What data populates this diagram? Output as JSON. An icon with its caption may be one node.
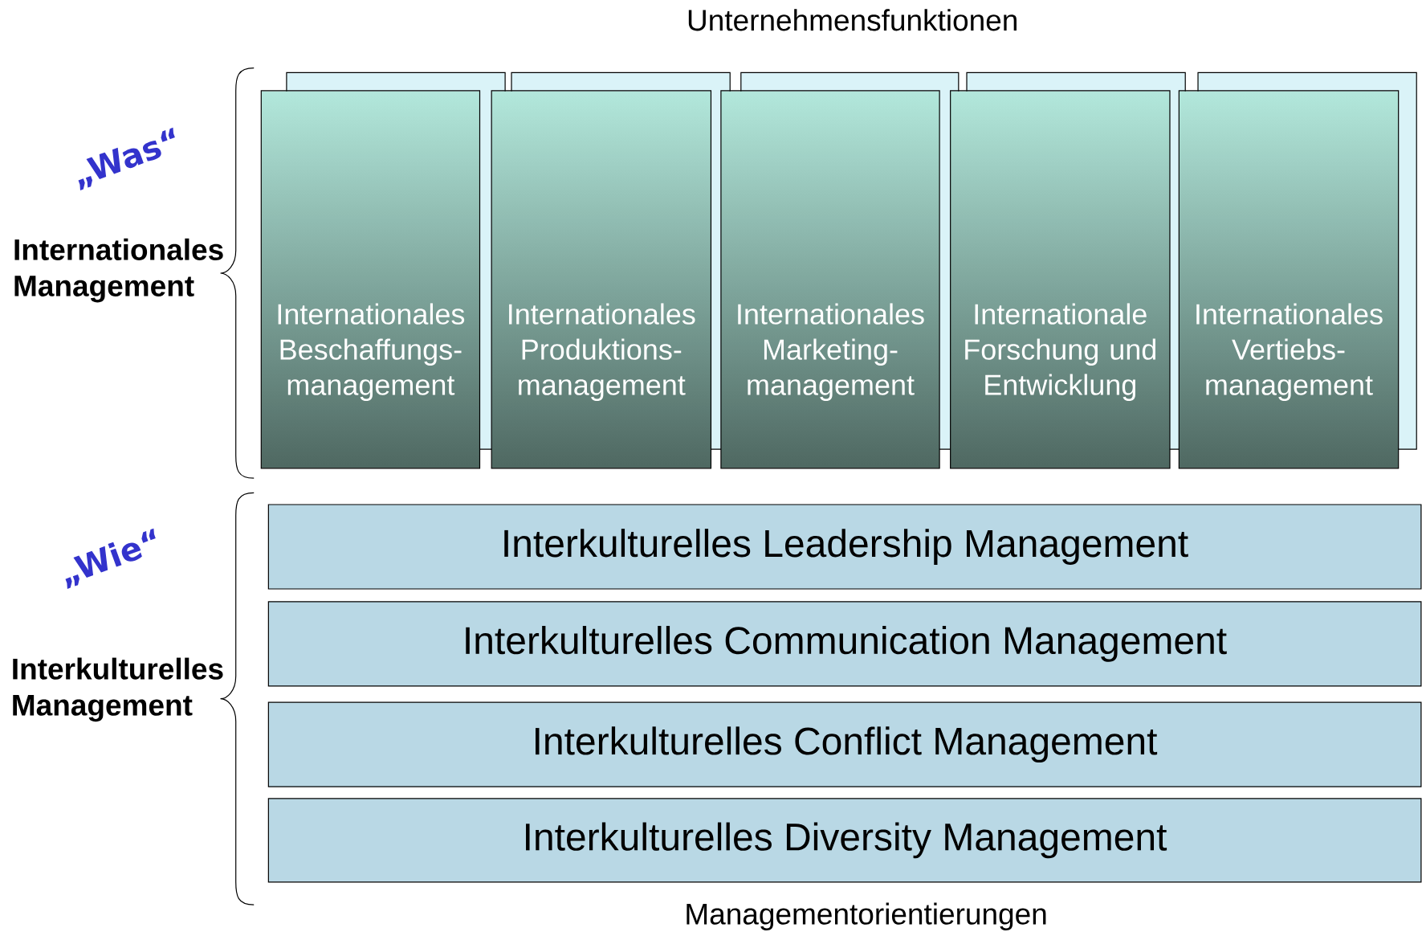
{
  "diagram": {
    "nodes": [
      {
        "text": [
          "Internationales Beschaffungs-management"
        ]
      },
      {
        "text": [
          "Internationales Produktions-management"
        ]
      },
      {
        "text": [
          "Internationales Marketing-management"
        ]
      },
      {
        "text": [
          "Internationale Forschung und Entwicklung"
        ]
      },
      {
        "text": [
          "Internationales Vertiebs-management"
        ]
      },
      {
        "text": [
          "Interkulturelles Leadership Management"
        ]
      },
      {
        "text": [
          "Interkulturelles Communication Management"
        ]
      },
      {
        "text": [
          "Interkulturelles Conflict Management"
        ]
      },
      {
        "text": [
          "Interkulturelles Diversity Management"
        ]
      }
    ],
    "labels": [
      "Unternehmensfunktionen",
      "„Was“",
      "Internationales Management",
      "„Wie“",
      "Interkulturelles Management",
      "Managementorientierungen"
    ]
  }
}
